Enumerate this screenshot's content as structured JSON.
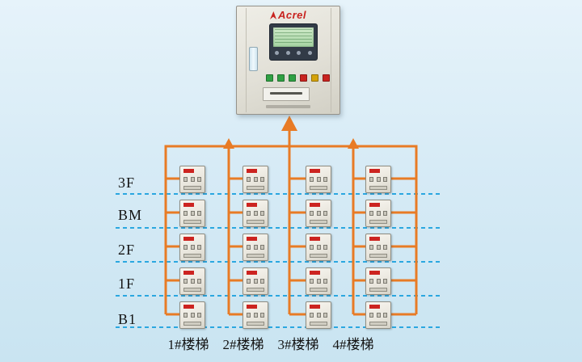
{
  "cabinet": {
    "brand": "Acrel"
  },
  "floors": [
    {
      "label": "3F"
    },
    {
      "label": "BM"
    },
    {
      "label": "2F"
    },
    {
      "label": "1F"
    },
    {
      "label": "B1"
    }
  ],
  "stairwells": [
    {
      "label": "1#楼梯"
    },
    {
      "label": "2#楼梯"
    },
    {
      "label": "3#楼梯"
    },
    {
      "label": "4#楼梯"
    }
  ],
  "colors": {
    "wire_orange": "#e87b25",
    "floor_dash_blue": "#2ba7e0",
    "brand_red": "#c8231f",
    "background_blue": "#d7ebf6",
    "device_label_red": "#cc2420",
    "lcd_green": "#a6d4a3"
  }
}
